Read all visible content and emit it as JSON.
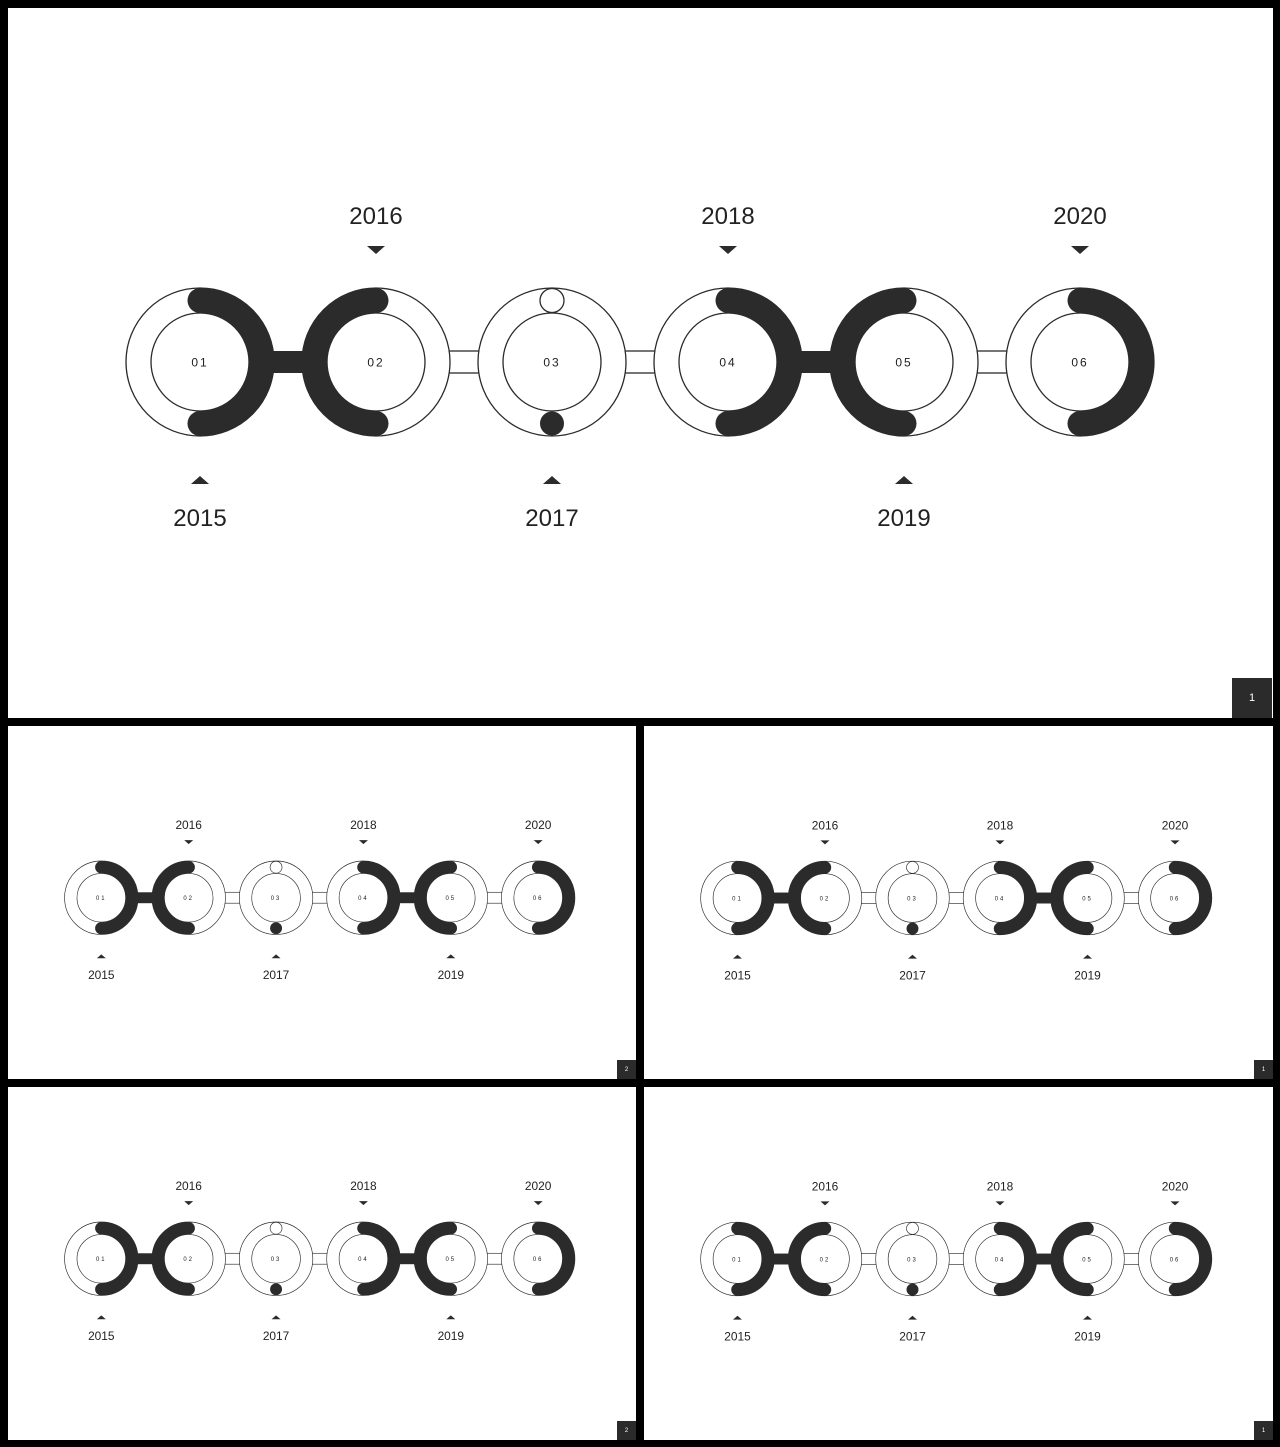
{
  "colors": {
    "ink": "#2b2b2b",
    "paper": "#ffffff",
    "frame": "#000000"
  },
  "slides": [
    {
      "page_number": "1"
    },
    {
      "page_number": "2"
    },
    {
      "page_number": "1"
    },
    {
      "page_number": "2"
    },
    {
      "page_number": "1"
    }
  ],
  "timeline": {
    "nodes": [
      {
        "number": "01",
        "year": "2015"
      },
      {
        "number": "02",
        "year": "2016"
      },
      {
        "number": "03",
        "year": "2017"
      },
      {
        "number": "04",
        "year": "2018"
      },
      {
        "number": "05",
        "year": "2019"
      },
      {
        "number": "06",
        "year": "2020"
      }
    ]
  }
}
